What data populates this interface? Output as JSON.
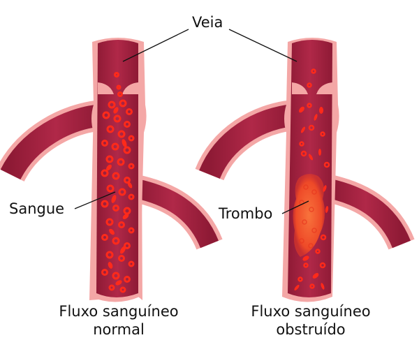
{
  "labels": {
    "vein": "Veia",
    "blood": "Sangue",
    "thrombus": "Trombo"
  },
  "captions": {
    "normal_line1": "Fluxo sanguíneo",
    "normal_line2": "normal",
    "obstructed_line1": "Fluxo sanguíneo",
    "obstructed_line2": "obstruído"
  },
  "colors": {
    "vessel_wall": "#f4a7a6",
    "vessel_lumen": "#9e1f3c",
    "vessel_lumen_light": "#b52a4a",
    "blood_cell": "#ff2a1a",
    "thrombus": "#f0522a",
    "leader_line": "#111111"
  }
}
